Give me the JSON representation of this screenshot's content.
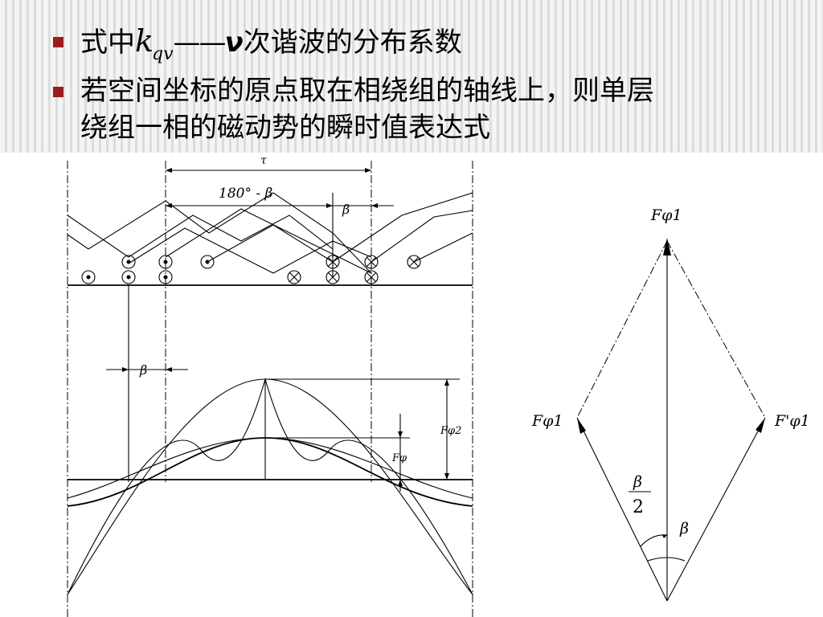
{
  "slide": {
    "bullet1": {
      "prefix": "式中",
      "k_symbol": "k",
      "k_subscript": "qv",
      "dash": "——",
      "nu": "ν",
      "suffix": "次谐波的分布系数"
    },
    "bullet2": {
      "line1": "若空间坐标的原点取在相绕组的轴线上，则单层",
      "line2": "绕组一相的磁动势的瞬时值表达式"
    }
  },
  "figure": {
    "left": {
      "tau_label": "τ",
      "span_label": "180° - β",
      "beta_top": "β",
      "beta_mid": "β",
      "fphi2_label": "Fφ2",
      "fphi_label": "Fφ"
    },
    "right": {
      "f_top": "Fφ1",
      "f_left": "Fφ1",
      "f_right": "F'φ1",
      "beta_frac_num": "β",
      "beta_frac_den": "2",
      "beta_angle": "β"
    }
  }
}
